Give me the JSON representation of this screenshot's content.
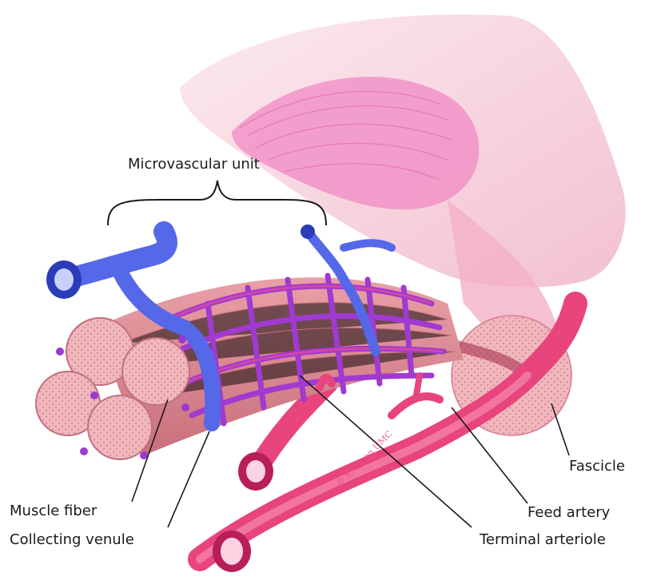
{
  "labels": {
    "microvascular_unit": "Microvascular unit",
    "fascicle": "Fascicle",
    "muscle_fiber": "Muscle fiber",
    "feed_artery": "Feed artery",
    "collecting_venule": "Collecting venule",
    "terminal_arteriole": "Terminal arteriole"
  },
  "artist_signature": "© S. Tyson UMC",
  "colors": {
    "artery": "#e8447e",
    "artery_dark": "#b81e58",
    "vein": "#5468e8",
    "vein_dark": "#2c3cb8",
    "capillary": "#9a3ad0",
    "muscle": "#e8a4ac",
    "muscle_face": "#f2c0c4",
    "fascicle_sheath": "#f6d2da",
    "label_line": "#1a1a1a"
  }
}
